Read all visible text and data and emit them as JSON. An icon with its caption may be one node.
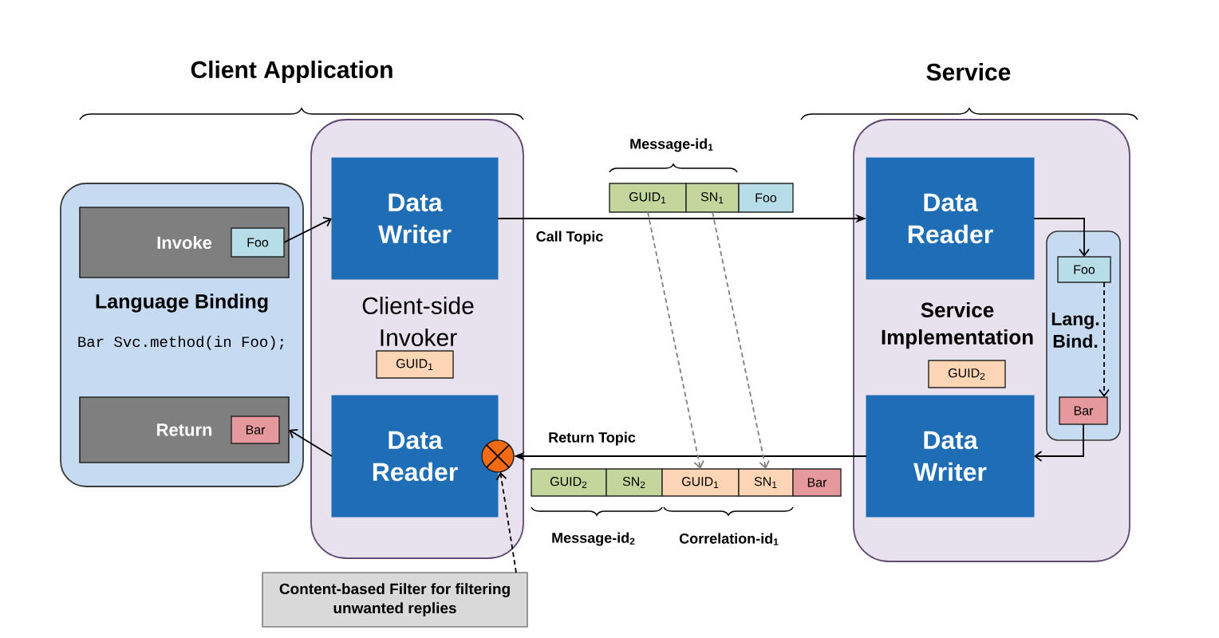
{
  "diagram": {
    "nodes": [
      {
        "text": [
          "Language Binding",
          "Bar Svc.method(in Foo);"
        ]
      },
      {
        "text": [
          "Invoke"
        ],
        "in": 0
      },
      {
        "text": [
          "Foo"
        ],
        "in": 1
      },
      {
        "text": [
          "Return"
        ],
        "in": 0
      },
      {
        "text": [
          "Bar"
        ],
        "in": 3
      },
      {
        "text": [
          "Client-side Invoker"
        ]
      },
      {
        "text": [
          "Data Writer"
        ],
        "in": 5
      },
      {
        "text": [
          "GUID$_{1}$"
        ],
        "in": 5
      },
      {
        "text": [
          "Data Reader"
        ],
        "in": 5
      },
      {
        "text": [],
        "shape": "circle",
        "in": 5
      },
      {
        "text": [
          "GUID$_{1}$"
        ]
      },
      {
        "text": [
          "SN$_{1}$"
        ]
      },
      {
        "text": [
          "Foo"
        ]
      },
      {
        "text": [
          "Service Implementation"
        ]
      },
      {
        "text": [
          "Data Reader"
        ],
        "in": 13
      },
      {
        "text": [
          "GUID$_{2}$"
        ],
        "in": 13
      },
      {
        "text": [
          "Data Writer"
        ],
        "in": 13
      },
      {
        "text": [
          "Lang. Bind."
        ],
        "in": 13
      },
      {
        "text": [
          "Foo"
        ],
        "in": 17
      },
      {
        "text": [
          "Bar"
        ],
        "in": 17
      },
      {
        "text": [
          "GUID$_{2}$"
        ]
      },
      {
        "text": [
          "SN$_{2}$"
        ]
      },
      {
        "text": [
          "GUID$_{1}$"
        ]
      },
      {
        "text": [
          "SN$_{1}$"
        ]
      },
      {
        "text": [
          "Bar"
        ]
      },
      {
        "text": [
          "Content-based Filter for filtering unwanted replies"
        ]
      }
    ],
    "edges": [
      {
        "from": 2,
        "to": 6,
        "arrow": "to"
      },
      {
        "from": 6,
        "to": 14,
        "arrow": "to",
        "label": "Call Topic"
      },
      {
        "from": 14,
        "to": 18,
        "arrow": "to"
      },
      {
        "from": 18,
        "to": 19,
        "arrow": "to",
        "style": "dashed"
      },
      {
        "from": 19,
        "to": 16,
        "arrow": "to"
      },
      {
        "from": 16,
        "to": 9,
        "arrow": "to",
        "label": "Return Topic"
      },
      {
        "from": 8,
        "to": 3,
        "arrow": "to"
      },
      {
        "from": 25,
        "to": 9,
        "arrow": "to",
        "style": "dashed"
      },
      {
        "from": 10,
        "to": 22,
        "arrow": "to",
        "style": "dashed",
        "color": "#7f7f7f"
      },
      {
        "from": 11,
        "to": 23,
        "arrow": "to",
        "style": "dashed",
        "color": "#7f7f7f"
      }
    ],
    "labels": [
      "Client Application",
      "Service",
      "Message-id$_{1}$",
      "Message-id$_{2}$",
      "Correlation-id$_{1}$"
    ]
  }
}
